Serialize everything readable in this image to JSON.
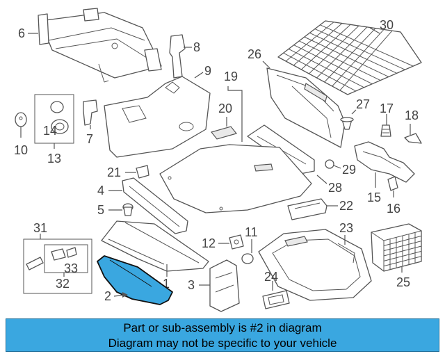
{
  "callouts": {
    "c1": "1",
    "c2": "2",
    "c3": "3",
    "c4": "4",
    "c5": "5",
    "c6": "6",
    "c7": "7",
    "c8": "8",
    "c9": "9",
    "c10": "10",
    "c11": "11",
    "c12": "12",
    "c13": "13",
    "c14": "14",
    "c15": "15",
    "c16": "16",
    "c17": "17",
    "c18": "18",
    "c19": "19",
    "c20": "20",
    "c21": "21",
    "c22": "22",
    "c23": "23",
    "c24": "24",
    "c25": "25",
    "c26": "26",
    "c27": "27",
    "c28": "28",
    "c29": "29",
    "c30": "30",
    "c31": "31",
    "c32": "32",
    "c33": "33"
  },
  "highlight": {
    "part_number": "2",
    "color": "#3aa7e0"
  },
  "banner": {
    "line1": "Part or sub-assembly is #2 in diagram",
    "line2": "Diagram may not be specific to your vehicle",
    "background": "#3aa7e0"
  }
}
